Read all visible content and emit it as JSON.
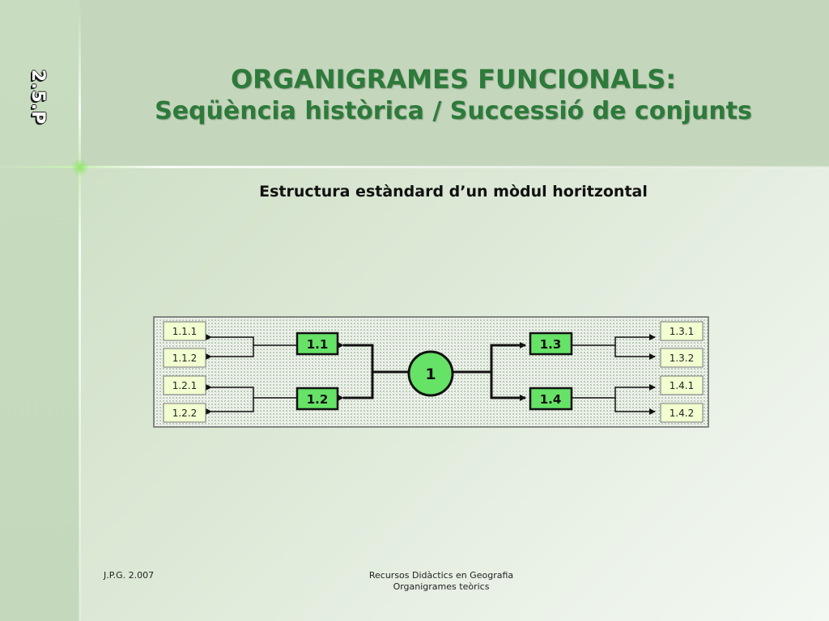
{
  "slide": {
    "tag": "2.5.P",
    "title_line1": "ORGANIGRAMES FUNCIONALS:",
    "title_line2": "Seqüència històrica / Successió de conjunts",
    "subtitle": "Estructura estàndard d’un mòdul horitzontal"
  },
  "diagram": {
    "root": "1",
    "mid_left": [
      "1.1",
      "1.2"
    ],
    "mid_right": [
      "1.3",
      "1.4"
    ],
    "leaves_left": [
      "1.1.1",
      "1.1.2",
      "1.2.1",
      "1.2.2"
    ],
    "leaves_right": [
      "1.3.1",
      "1.3.2",
      "1.4.1",
      "1.4.2"
    ],
    "colors": {
      "node_fill": "#66e266",
      "leaf_fill": "#f2ffd0",
      "panel_pattern": "#c9d8c4"
    }
  },
  "footer": {
    "left": "J.P.G. 2.007",
    "right_line1": "Recursos Didàctics en Geografia",
    "right_line2": "Organigrames teòrics"
  }
}
